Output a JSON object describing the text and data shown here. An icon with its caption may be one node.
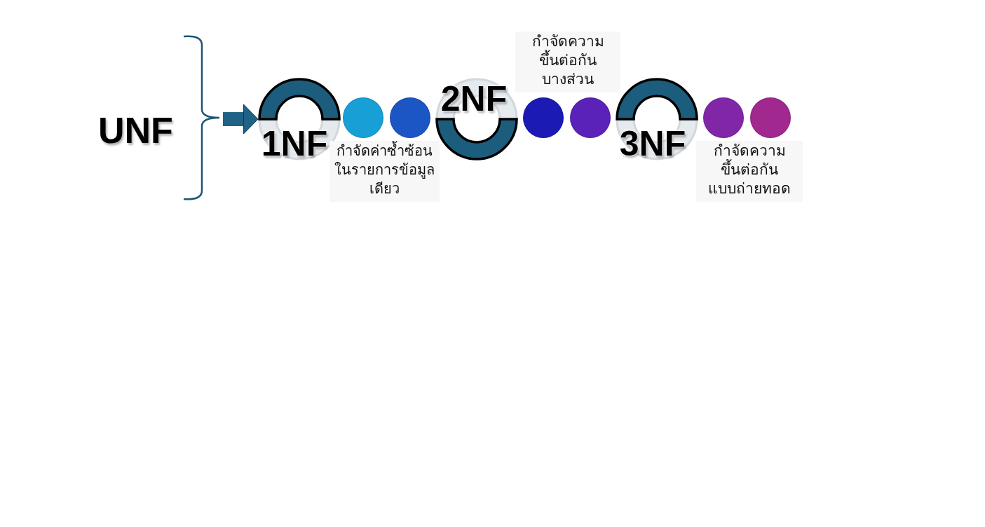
{
  "diagram": {
    "nodes": [
      {
        "text": [
          "UNF"
        ]
      },
      {
        "text": [
          "1NF"
        ]
      },
      {
        "text": [],
        "shape": "circle"
      },
      {
        "text": [],
        "shape": "circle"
      },
      {
        "text": [
          "2NF"
        ]
      },
      {
        "text": [],
        "shape": "circle"
      },
      {
        "text": [],
        "shape": "circle"
      },
      {
        "text": [
          "3NF"
        ]
      },
      {
        "text": [],
        "shape": "circle"
      },
      {
        "text": [],
        "shape": "circle"
      }
    ],
    "edges": [
      {
        "from": 0,
        "to": 1,
        "arrow": "to"
      }
    ],
    "labels": [
      "กำจัดค่าซ้ำซ้อนในรายการข้อมูลเดียว",
      "กำจัดความขึ้นต่อกันบางส่วน",
      "กำจัดความขึ้นต่อกันแบบถ่ายทอด"
    ]
  }
}
